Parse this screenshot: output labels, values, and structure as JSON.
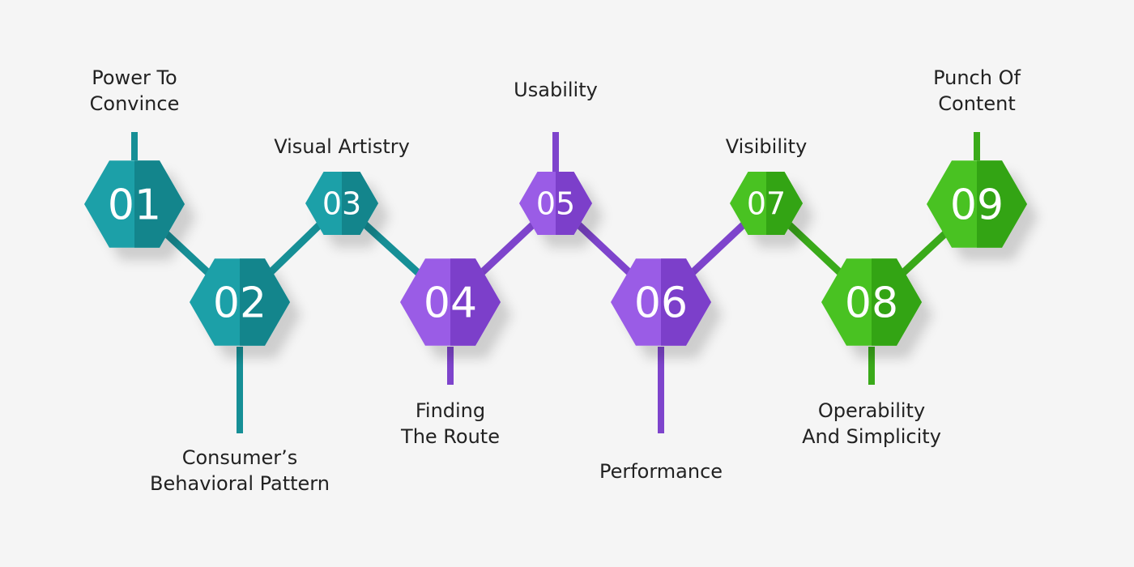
{
  "steps": [
    {
      "number": "01",
      "label": [
        "Power To",
        "Convince"
      ],
      "color": "teal"
    },
    {
      "number": "02",
      "label": [
        "Consumer’s",
        "Behavioral Pattern"
      ],
      "color": "teal"
    },
    {
      "number": "03",
      "label": [
        "Visual Artistry"
      ],
      "color": "teal"
    },
    {
      "number": "04",
      "label": [
        "Finding",
        "The Route"
      ],
      "color": "purple"
    },
    {
      "number": "05",
      "label": [
        "Usability"
      ],
      "color": "purple"
    },
    {
      "number": "06",
      "label": [
        "Performance"
      ],
      "color": "purple"
    },
    {
      "number": "07",
      "label": [
        "Visibility"
      ],
      "color": "green"
    },
    {
      "number": "08",
      "label": [
        "Operability",
        "And Simplicity"
      ],
      "color": "green"
    },
    {
      "number": "09",
      "label": [
        "Punch Of",
        "Content"
      ],
      "color": "green"
    }
  ],
  "palette": {
    "teal": {
      "light": "#1fa0a8",
      "dark": "#13858c",
      "line": "#168f96"
    },
    "purple": {
      "light": "#9a5ce6",
      "dark": "#7c3fca",
      "line": "#7e44cc"
    },
    "green": {
      "light": "#48c224",
      "dark": "#33a414",
      "line": "#3aaa1a"
    }
  }
}
